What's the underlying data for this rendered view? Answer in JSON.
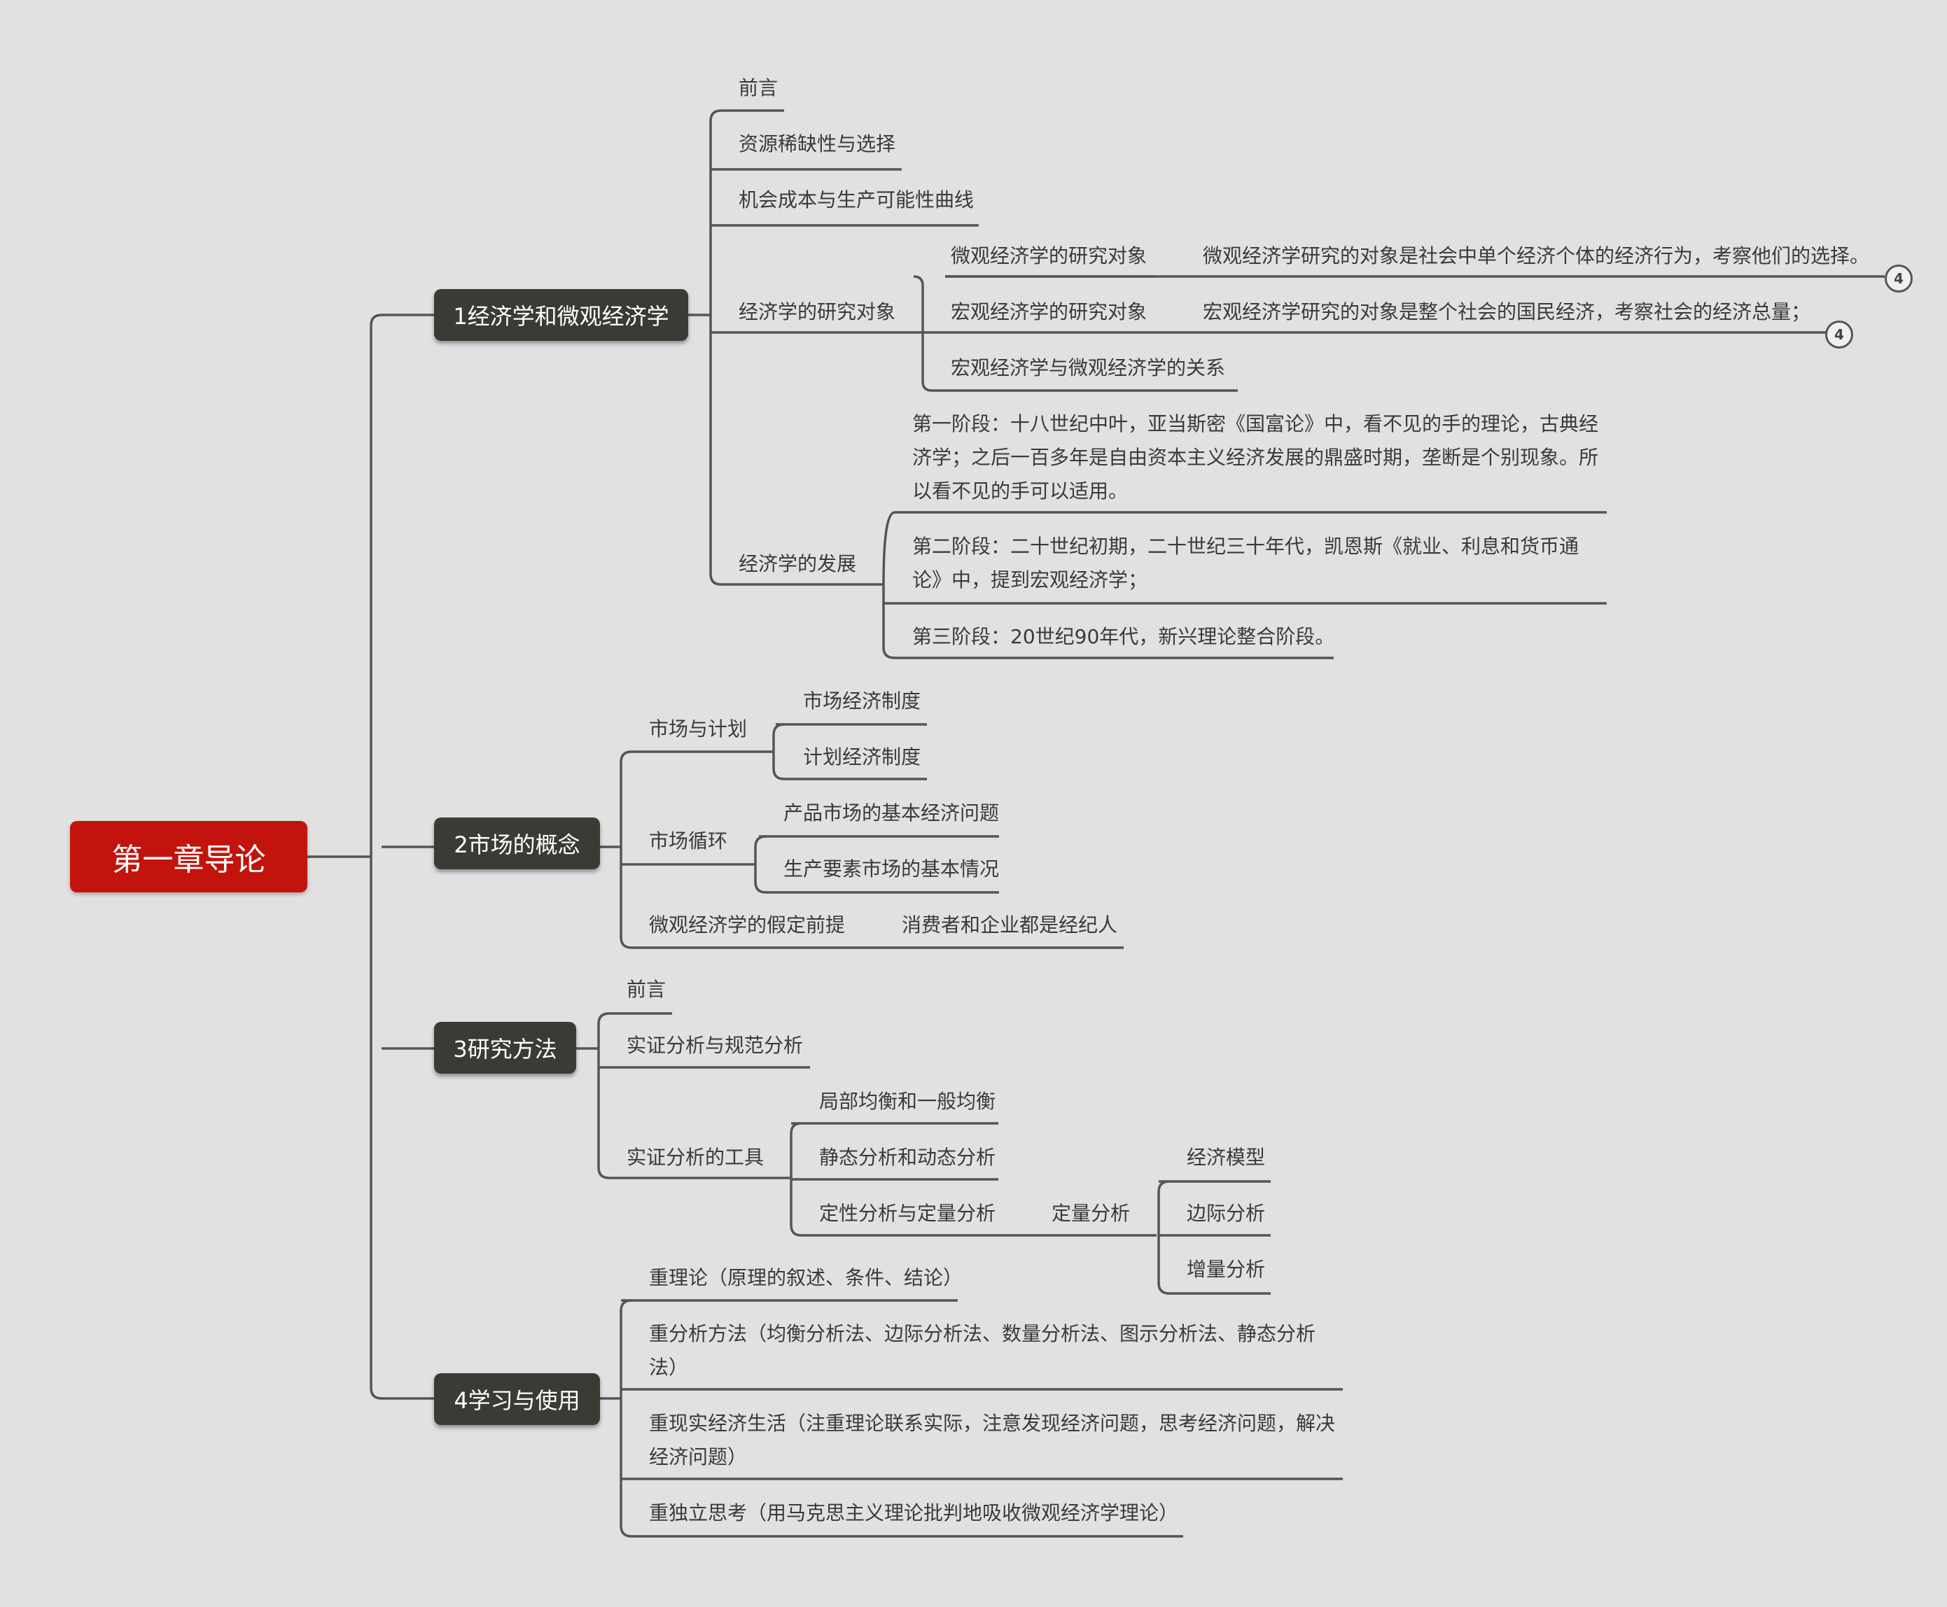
{
  "root": {
    "label": "第一章导论"
  },
  "branch1": {
    "label": "1经济学和微观经济学",
    "foreword": "前言",
    "scarcity": "资源稀缺性与选择",
    "opportunity_cost": "机会成本与生产可能性曲线",
    "objects": {
      "label": "经济学的研究对象",
      "micro": "微观经济学的研究对象",
      "micro_desc": "微观经济学研究的对象是社会中单个经济个体的经济行为，考察他们的选择。",
      "macro": "宏观经济学的研究对象",
      "macro_desc": "宏观经济学研究的对象是整个社会的国民经济，考察社会的经济总量；",
      "relation": "宏观经济学与微观经济学的关系",
      "micro_badge": "4",
      "macro_badge": "4"
    },
    "development": {
      "label": "经济学的发展",
      "stage1": "第一阶段：十八世纪中叶，亚当斯密《国富论》中，看不见的手的理论，古典经济学；之后一百多年是自由资本主义经济发展的鼎盛时期，垄断是个别现象。所以看不见的手可以适用。",
      "stage2": "第二阶段：二十世纪初期，二十世纪三十年代，凯恩斯《就业、利息和货币通论》中，提到宏观经济学；",
      "stage3": "第三阶段：20世纪90年代，新兴理论整合阶段。"
    }
  },
  "branch2": {
    "label": "2市场的概念",
    "market_plan": {
      "label": "市场与计划",
      "market_economy": "市场经济制度",
      "planned_economy": "计划经济制度"
    },
    "market_cycle": {
      "label": "市场循环",
      "product_market": "产品市场的基本经济问题",
      "factor_market": "生产要素市场的基本情况"
    },
    "assumption": {
      "label": "微观经济学的假定前提",
      "value": "消费者和企业都是经纪人"
    }
  },
  "branch3": {
    "label": "3研究方法",
    "foreword": "前言",
    "positive_normative": "实证分析与规范分析",
    "tools": {
      "label": "实证分析的工具",
      "partial_general": "局部均衡和一般均衡",
      "static_dynamic": "静态分析和动态分析",
      "qual_quant": "定性分析与定量分析",
      "quantitative": {
        "label": "定量分析",
        "model": "经济模型",
        "marginal": "边际分析",
        "incremental": "增量分析"
      }
    }
  },
  "branch4": {
    "label": "4学习与使用",
    "theory": "重理论（原理的叙述、条件、结论）",
    "methods": "重分析方法（均衡分析法、边际分析法、数量分析法、图示分析法、静态分析法）",
    "reality": "重现实经济生活（注重理论联系实际，注意发现经济问题，思考经济问题，解决经济问题）",
    "independent": "重独立思考（用马克思主义理论批判地吸收微观经济学理论）"
  }
}
